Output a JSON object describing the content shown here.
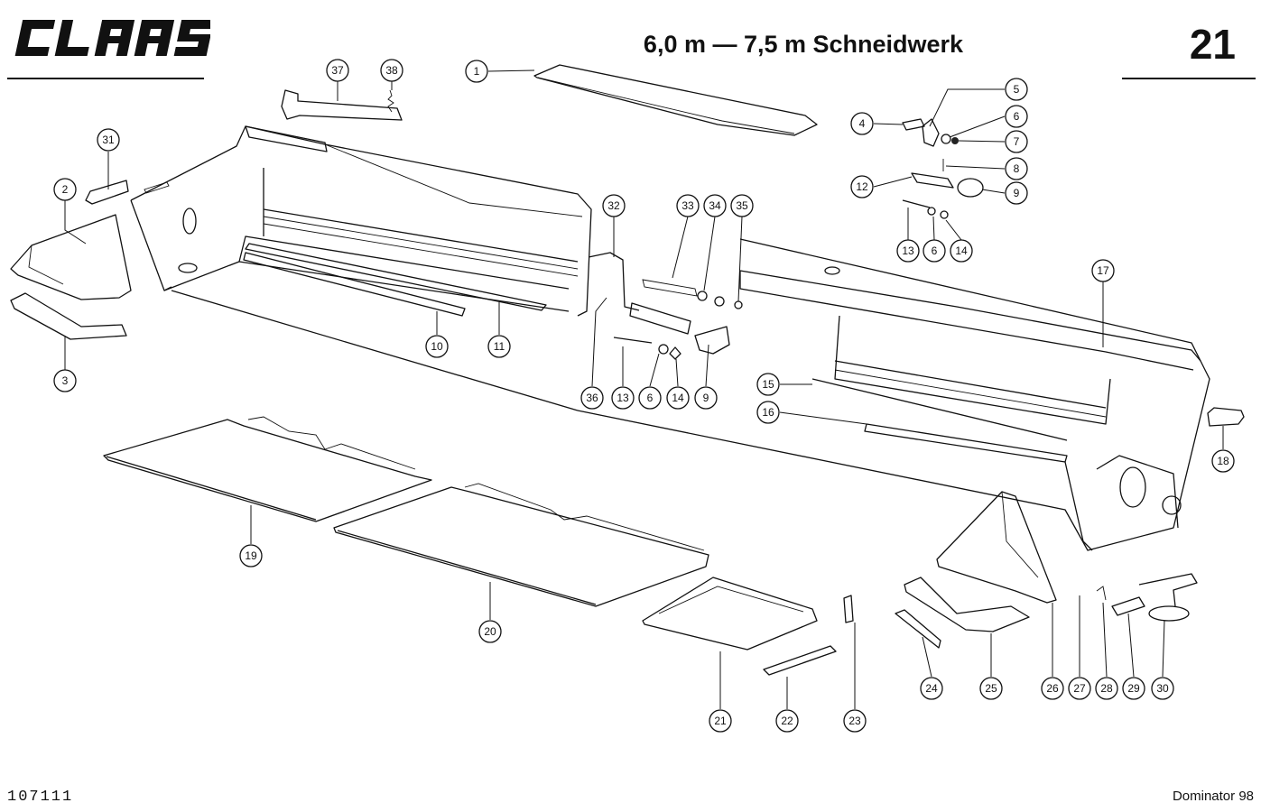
{
  "header": {
    "brand": "CLAAS",
    "title": "6,0 m — 7,5 m Schneidwerk",
    "page_number": "21"
  },
  "footer": {
    "document_number": "107111",
    "model": "Dominator 98"
  },
  "callouts": [
    "1",
    "2",
    "3",
    "4",
    "5",
    "6",
    "7",
    "8",
    "9",
    "10",
    "11",
    "12",
    "13",
    "6",
    "14",
    "17",
    "31",
    "32",
    "33",
    "34",
    "35",
    "36",
    "37",
    "38",
    "13",
    "6",
    "14",
    "9",
    "15",
    "16",
    "18",
    "19",
    "20",
    "21",
    "22",
    "23",
    "24",
    "25",
    "26",
    "27",
    "28",
    "29",
    "30"
  ]
}
